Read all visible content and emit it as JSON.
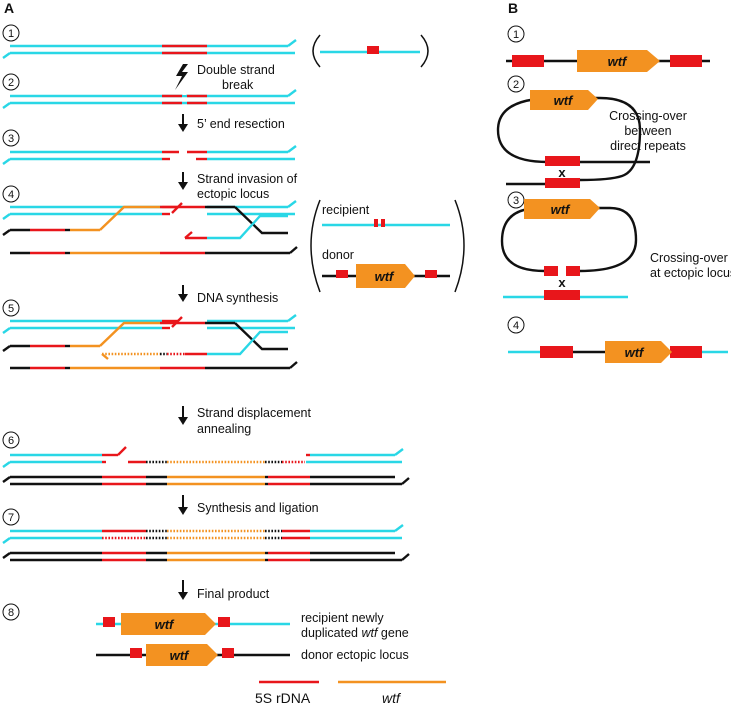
{
  "panels": {
    "a": "A",
    "b": "B"
  },
  "steps": [
    "1",
    "2",
    "3",
    "4",
    "5",
    "6",
    "7",
    "8"
  ],
  "panel_a": {
    "step_labels": {
      "dsb_line1": "Double strand",
      "dsb_line2": "break",
      "resection": "5’ end resection",
      "invasion_line1": "Strand invasion of",
      "invasion_line2": "ectopic locus",
      "synthesis": "DNA synthesis",
      "sda_line1": "Strand displacement",
      "sda_line2": "annealing",
      "ligation": "Synthesis and ligation",
      "final": "Final product"
    },
    "inset": {
      "recipient": "recipient",
      "donor": "donor",
      "gene": "wtf"
    },
    "final_labels": {
      "gene": "wtf",
      "recipient_line1": "recipient newly",
      "recipient_line2_pre": "duplicated ",
      "recipient_line2_gene": "wtf",
      "recipient_line2_post": " gene",
      "donor": "donor ectopic locus"
    },
    "legend": {
      "rdna": "5S rDNA",
      "wtf": "wtf"
    }
  },
  "panel_b": {
    "gene": "wtf",
    "crossover_direct_line1": "Crossing-over",
    "crossover_direct_line2": "between",
    "crossover_direct_line3": "direct repeats",
    "crossover_ectopic_line1": "Crossing-over",
    "crossover_ectopic_line2": "at ectopic locus",
    "cross_mark": "x"
  },
  "colors": {
    "recipient_dna": "#29d7e6",
    "rdna": "#e8161b",
    "wtf": "#f39221",
    "donor_dna": "#111111"
  }
}
